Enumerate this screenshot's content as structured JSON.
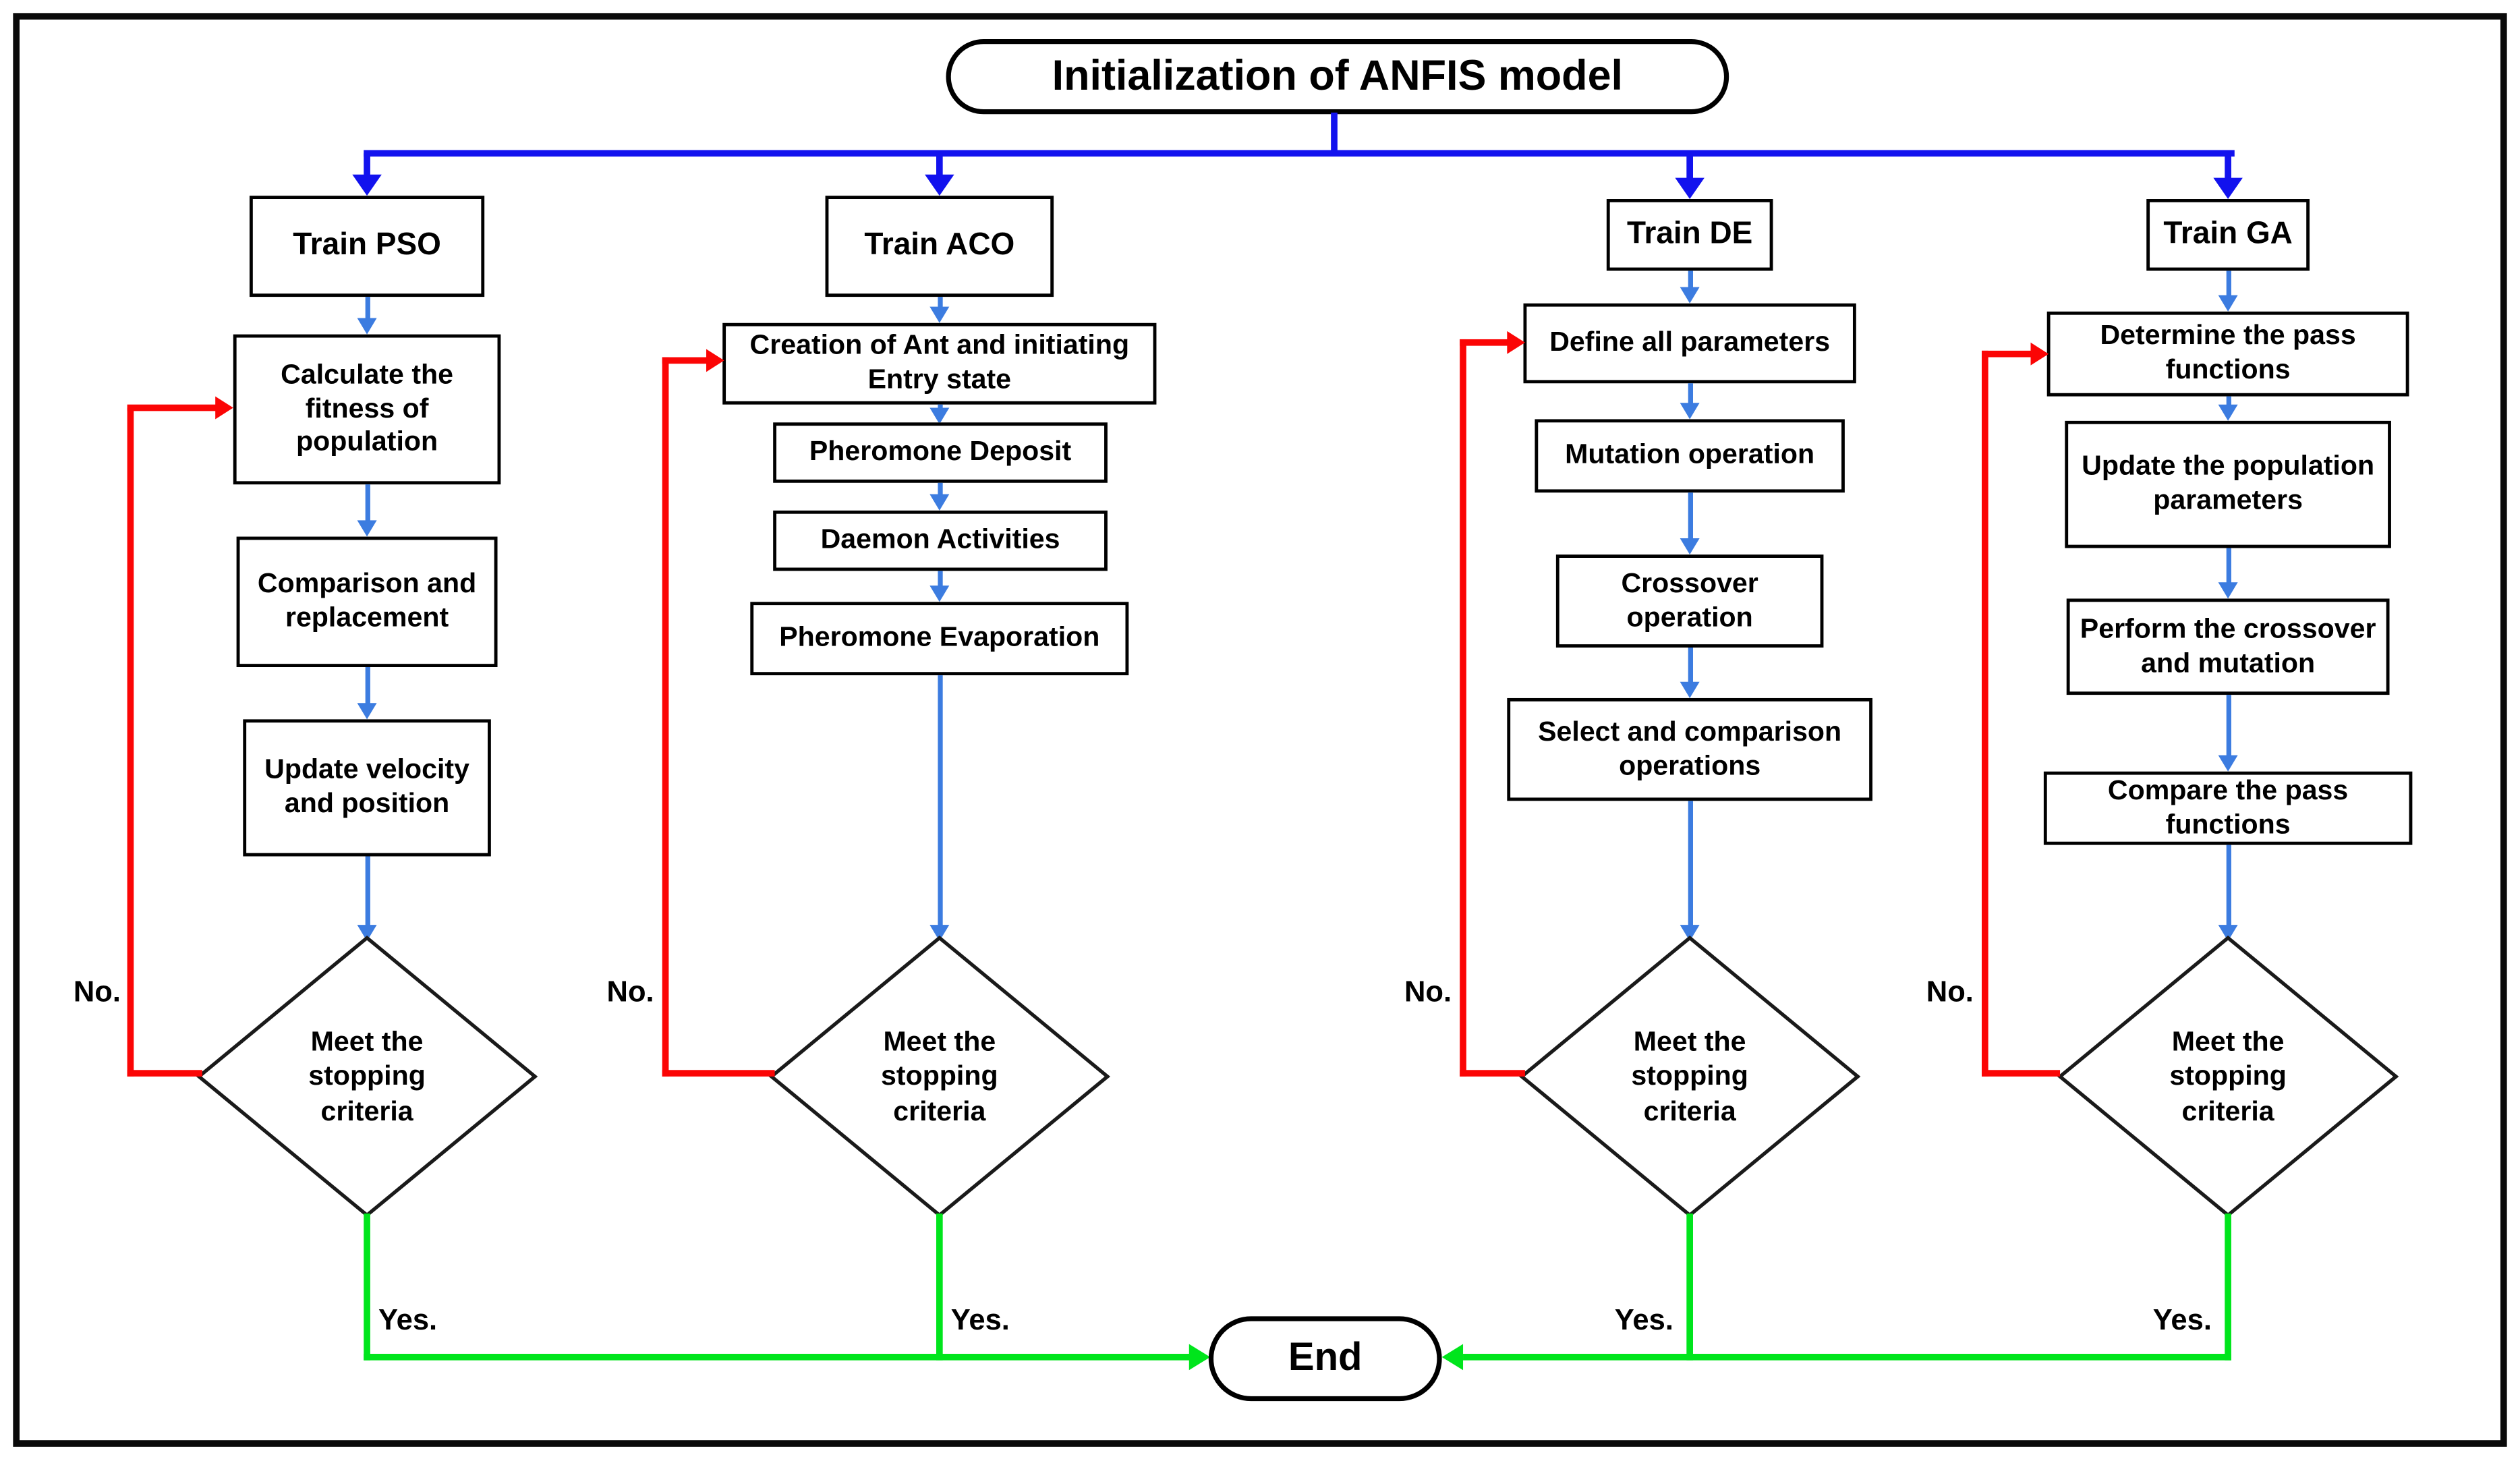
{
  "title": "Initialization of ANFIS model",
  "end_label": "End",
  "labels": {
    "yes": "Yes.",
    "no": "No."
  },
  "decision_text": "Meet the stopping criteria",
  "colors": {
    "blue_dark": "#1212ee",
    "blue_light": "#3c7ce0",
    "red": "#fb0505",
    "green": "#00e51c",
    "node_border": "#000000",
    "node_fill": "#ffffff"
  },
  "columns": [
    {
      "id": "pso",
      "steps": [
        "Train PSO",
        "Calculate the fitness of population",
        "Comparison and replacement",
        "Update velocity and position"
      ],
      "decision": "Meet the stopping criteria"
    },
    {
      "id": "aco",
      "steps": [
        "Train ACO",
        "Creation of Ant and initiating Entry state",
        "Pheromone Deposit",
        "Daemon Activities",
        "Pheromone Evaporation"
      ],
      "decision": "Meet the stopping criteria"
    },
    {
      "id": "de",
      "steps": [
        "Train DE",
        "Define all parameters",
        "Mutation operation",
        "Crossover operation",
        "Select and comparison operations"
      ],
      "decision": "Meet the stopping criteria"
    },
    {
      "id": "ga",
      "steps": [
        "Train GA",
        "Determine the pass functions",
        "Update the population parameters",
        "Perform the crossover and mutation",
        "Compare the pass functions"
      ],
      "decision": "Meet the stopping criteria"
    }
  ]
}
